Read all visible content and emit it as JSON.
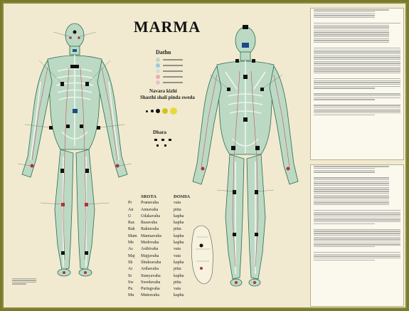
{
  "title": "MARMA",
  "legend": {
    "dathu_title": "Dathu",
    "dathu_colors": [
      "#b9d8c8",
      "#9ec7e2",
      "#c9e4cf",
      "#f0a8b4",
      "#e6c2cc"
    ],
    "navara_title": "Navara kizhi",
    "shasthi_title": "Shasthi shali pinda sweda",
    "dhara_title": "Dhara"
  },
  "srota_table": {
    "headers": [
      "SROTA",
      "DOSHA"
    ],
    "rows": [
      {
        "abbr": "Pr",
        "srota": "Pranavaha",
        "dosha": "vata"
      },
      {
        "abbr": "An",
        "srota": "Annavaha",
        "dosha": "pitta"
      },
      {
        "abbr": "U",
        "srota": "Udakavaha",
        "dosha": "kapha"
      },
      {
        "abbr": "Ras",
        "srota": "Rasavaha",
        "dosha": "kapha"
      },
      {
        "abbr": "Rak",
        "srota": "Raktavaha",
        "dosha": "pitta"
      },
      {
        "abbr": "Mam",
        "srota": "Mamsavaha",
        "dosha": "kapha"
      },
      {
        "abbr": "Me",
        "srota": "Medovaha",
        "dosha": "kapha"
      },
      {
        "abbr": "As",
        "srota": "Asthivaha",
        "dosha": "vata"
      },
      {
        "abbr": "Maj",
        "srota": "Majjavaha",
        "dosha": "vata"
      },
      {
        "abbr": "Sh",
        "srota": "Shukravaha",
        "dosha": "kapha"
      },
      {
        "abbr": "Ar",
        "srota": "Arthavaha",
        "dosha": "pitta"
      },
      {
        "abbr": "Sr",
        "srota": "Stanyavaha",
        "dosha": "kapha"
      },
      {
        "abbr": "Sw",
        "srota": "Swedavaha",
        "dosha": "pitta"
      },
      {
        "abbr": "Pu",
        "srota": "Purisgvaha",
        "dosha": "vata"
      },
      {
        "abbr": "Mu",
        "srota": "Mutravaha",
        "dosha": "kapha"
      }
    ]
  },
  "colors": {
    "skeleton": "#bcd9c4",
    "body_outline": "#1f6a4e",
    "marma_red": "#b3303c",
    "marma_dark": "#111111"
  }
}
